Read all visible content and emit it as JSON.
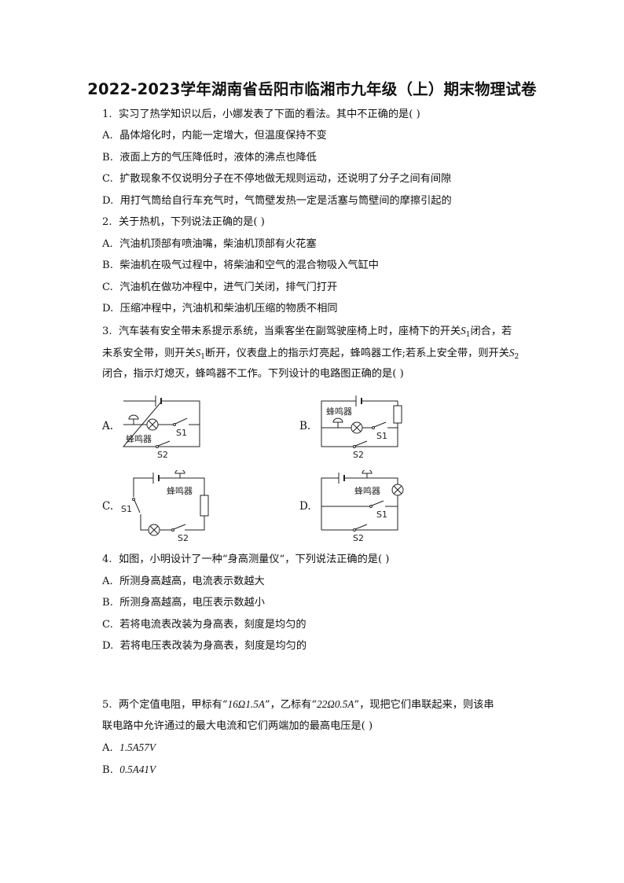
{
  "document": {
    "title": "2022-2023学年湖南省岳阳市临湘市九年级（上）期末物理试卷"
  },
  "questions": [
    {
      "number": "1.",
      "stem": "实习了热学知识以后，小娜发表了下面的看法。其中不正确的是(    )",
      "options": [
        {
          "label": "A.",
          "text": "晶体熔化时，内能一定增大，但温度保持不变"
        },
        {
          "label": "B.",
          "text": "液面上方的气压降低时，液体的沸点也降低"
        },
        {
          "label": "C.",
          "text": "扩散现象不仅说明分子在不停地做无规则运动，还说明了分子之间有间隙"
        },
        {
          "label": "D.",
          "text": "用打气筒给自行车充气时，气筒壁发热一定是活塞与筒壁间的摩擦引起的"
        }
      ]
    },
    {
      "number": "2.",
      "stem": "关于热机，下列说法正确的是(    )",
      "options": [
        {
          "label": "A.",
          "text": "汽油机顶部有喷油嘴，柴油机顶部有火花塞"
        },
        {
          "label": "B.",
          "text": "柴油机在吸气过程中，将柴油和空气的混合物吸入气缸中"
        },
        {
          "label": "C.",
          "text": "汽油机在做功冲程中，进气门关闭，排气门打开"
        },
        {
          "label": "D.",
          "text": "压缩冲程中，汽油机和柴油机压缩的物质不相同"
        }
      ]
    },
    {
      "number": "3.",
      "stem_line1_a": "汽车装有安全带未系提示系统，当乘客坐在副驾驶座椅上时，座椅下的开关",
      "stem_line1_b": "闭合，若",
      "stem_line2_a": "未系安全带，则开关",
      "stem_line2_b": "断开，仪表盘上的指示灯亮起，蜂鸣器工作;若系上安全带，则开关",
      "stem_line3": "闭合，指示灯熄灭，蜂鸣器不工作。下列设计的电路图正确的是(    )",
      "switch1": "S",
      "switch1_sub": "1",
      "switch2": "S",
      "switch2_sub": "2",
      "options": [
        {
          "label": "A.",
          "buzzer": "蜂鸣器",
          "s1": "S1",
          "s2": "S2"
        },
        {
          "label": "B.",
          "buzzer": "蜂鸣器",
          "s1": "S1",
          "s2": "S2"
        },
        {
          "label": "C.",
          "buzzer": "蜂鸣器",
          "s1": "S1",
          "s2": "S2"
        },
        {
          "label": "D.",
          "buzzer": "蜂鸣器",
          "s1": "S1",
          "s2": "S2"
        }
      ]
    },
    {
      "number": "4.",
      "stem": "如图，小明设计了一种“身高测量仪“，下列说法正确的是(    )",
      "options": [
        {
          "label": "A.",
          "text": "所测身高越高，电流表示数越大"
        },
        {
          "label": "B.",
          "text": "所测身高越高，电压表示数越小"
        },
        {
          "label": "C.",
          "text": "若将电流表改装为身高表，刻度是均匀的"
        },
        {
          "label": "D.",
          "text": "若将电压表改装为身高表，刻度是均匀的"
        }
      ]
    },
    {
      "number": "5.",
      "stem_a": "两个定值电阻，甲标有“",
      "r1": "16Ω1.5A",
      "stem_b": "”，乙标有“",
      "r2": "22Ω0.5A",
      "stem_c": "”，现把它们串联起来，则该串",
      "stem_line2": "联电路中允许通过的最大电流和它们两端加的最高电压是(    )",
      "options": [
        {
          "label": "A.",
          "text": "1.5A57V"
        },
        {
          "label": "B.",
          "text": "0.5A41V"
        }
      ]
    }
  ]
}
